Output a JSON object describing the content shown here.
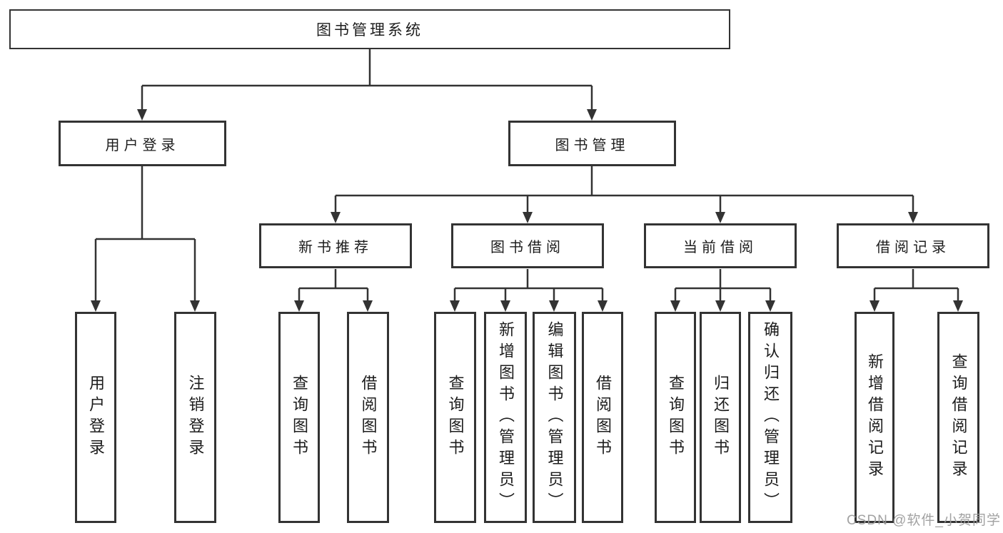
{
  "diagram": {
    "type": "hierarchy",
    "colors": {
      "line": "#333333",
      "box_border": "#333333",
      "box_background": "#ffffff",
      "text": "#1c1c1c",
      "watermark": "#9a9a9a"
    },
    "watermark": "CSDN @软件_小贺同学",
    "nodes": {
      "root": {
        "label": "图书管理系统"
      },
      "user_login": {
        "label": "用户登录",
        "children": {
          "login": {
            "label": "用户登录"
          },
          "logout": {
            "label": "注销登录"
          }
        }
      },
      "book_mgmt": {
        "label": "图书管理",
        "children": {
          "new_books": {
            "label": "新书推荐",
            "children": {
              "query_books": {
                "label": "查询图书"
              },
              "borrow_books": {
                "label": "借阅图书"
              }
            }
          },
          "book_borrow": {
            "label": "图书借阅",
            "children": {
              "query_books": {
                "label": "查询图书"
              },
              "add_books": {
                "label": "新增图书（管理员）"
              },
              "edit_books": {
                "label": "编辑图书（管理员）"
              },
              "borrow_books": {
                "label": "借阅图书"
              }
            }
          },
          "current_borrow": {
            "label": "当前借阅",
            "children": {
              "query_books": {
                "label": "查询图书"
              },
              "return_books": {
                "label": "归还图书"
              },
              "confirm_return": {
                "label": "确认归还（管理员）"
              }
            }
          },
          "borrow_records": {
            "label": "借阅记录",
            "children": {
              "add_record": {
                "label": "新增借阅记录"
              },
              "query_record": {
                "label": "查询借阅记录"
              }
            }
          }
        }
      }
    }
  }
}
